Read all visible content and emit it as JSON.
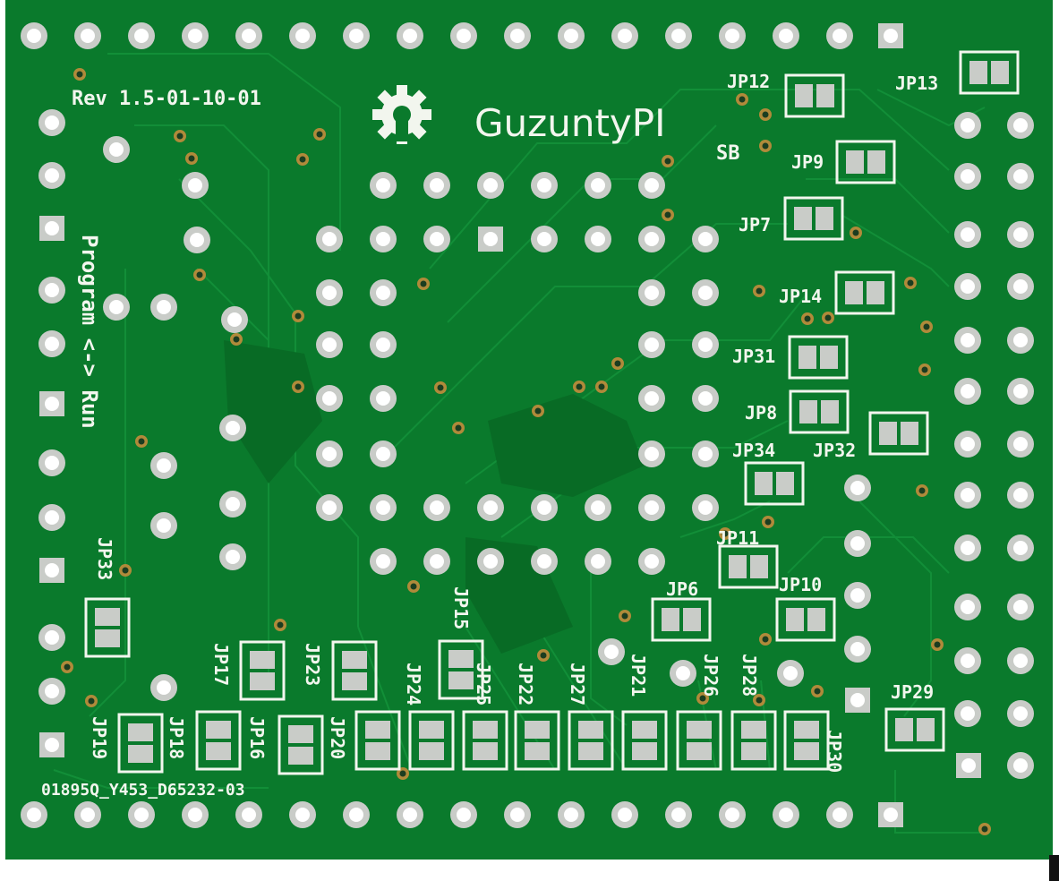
{
  "board": {
    "title": "GuzuntyPI",
    "revision": "Rev 1.5-01-10-01",
    "order_code": "01895Q_Y453_D65232-03",
    "mode_switch_text": "Program <-> Run",
    "solder_bridge_label": "SB",
    "colors": {
      "pcb": "#0a7a2c",
      "pcb_dark": "#066a24",
      "trace": "#0f8a35",
      "pad": "#c9ccc8",
      "silk": "#f2f6ee",
      "background": "#ffffff"
    }
  },
  "jumpers": [
    {
      "name": "JP12"
    },
    {
      "name": "JP13"
    },
    {
      "name": "JP9"
    },
    {
      "name": "JP7"
    },
    {
      "name": "JP14"
    },
    {
      "name": "JP31"
    },
    {
      "name": "JP8"
    },
    {
      "name": "JP32"
    },
    {
      "name": "JP34"
    },
    {
      "name": "JP11"
    },
    {
      "name": "JP6"
    },
    {
      "name": "JP10"
    },
    {
      "name": "JP33"
    },
    {
      "name": "JP15"
    },
    {
      "name": "JP17"
    },
    {
      "name": "JP23"
    },
    {
      "name": "JP24"
    },
    {
      "name": "JP25"
    },
    {
      "name": "JP22"
    },
    {
      "name": "JP27"
    },
    {
      "name": "JP21"
    },
    {
      "name": "JP26"
    },
    {
      "name": "JP28"
    },
    {
      "name": "JP29"
    },
    {
      "name": "JP19"
    },
    {
      "name": "JP18"
    },
    {
      "name": "JP16"
    },
    {
      "name": "JP20"
    },
    {
      "name": "JP30"
    }
  ]
}
